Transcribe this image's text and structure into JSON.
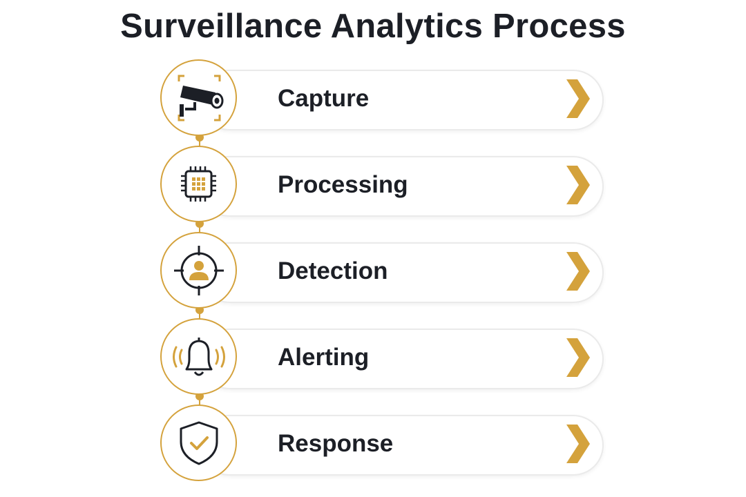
{
  "title": "Surveillance Analytics Process",
  "colors": {
    "accent": "#d4a23c",
    "text": "#1c1f26",
    "pill_border": "#eaeaea"
  },
  "steps": [
    {
      "label": "Capture",
      "icon": "security-camera-icon"
    },
    {
      "label": "Processing",
      "icon": "processor-chip-icon"
    },
    {
      "label": "Detection",
      "icon": "target-person-icon"
    },
    {
      "label": "Alerting",
      "icon": "ringing-bell-icon"
    },
    {
      "label": "Response",
      "icon": "shield-check-icon"
    }
  ]
}
